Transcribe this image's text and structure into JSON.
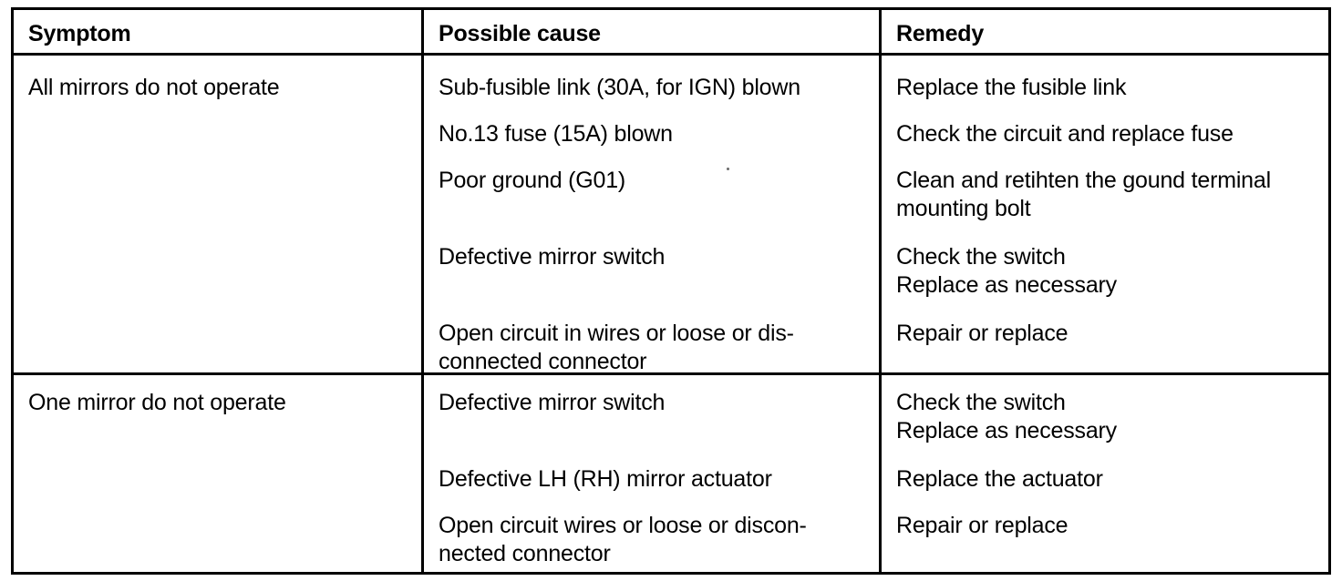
{
  "table": {
    "headers": [
      "Symptom",
      "Possible cause",
      "Remedy"
    ],
    "blocks": [
      {
        "symptom": "All mirrors do not operate",
        "rows": [
          {
            "cause": [
              "Sub-fusible link (30A, for IGN) blown"
            ],
            "remedy": [
              "Replace the fusible link"
            ]
          },
          {
            "cause": [
              "No.13 fuse (15A) blown"
            ],
            "remedy": [
              "Check the circuit and replace fuse"
            ]
          },
          {
            "cause": [
              "Poor ground (G01)"
            ],
            "remedy": [
              "Clean and retihten the gound terminal",
              "mounting bolt"
            ]
          },
          {
            "cause": [
              "Defective mirror switch"
            ],
            "remedy": [
              "Check the switch",
              "Replace as necessary"
            ]
          },
          {
            "cause": [
              "Open circuit in wires or loose or dis-",
              "connected connector"
            ],
            "remedy": [
              "Repair or replace"
            ]
          }
        ]
      },
      {
        "symptom": "One mirror do not operate",
        "rows": [
          {
            "cause": [
              "Defective mirror switch"
            ],
            "remedy": [
              "Check the switch",
              "Replace as necessary"
            ]
          },
          {
            "cause": [
              "Defective LH (RH) mirror actuator"
            ],
            "remedy": [
              "Replace the actuator"
            ]
          },
          {
            "cause": [
              "Open circuit wires or loose or discon-",
              "nected connector"
            ],
            "remedy": [
              "Repair or replace"
            ]
          }
        ]
      }
    ]
  },
  "colors": {
    "ink": "#000000",
    "paper": "#ffffff"
  }
}
